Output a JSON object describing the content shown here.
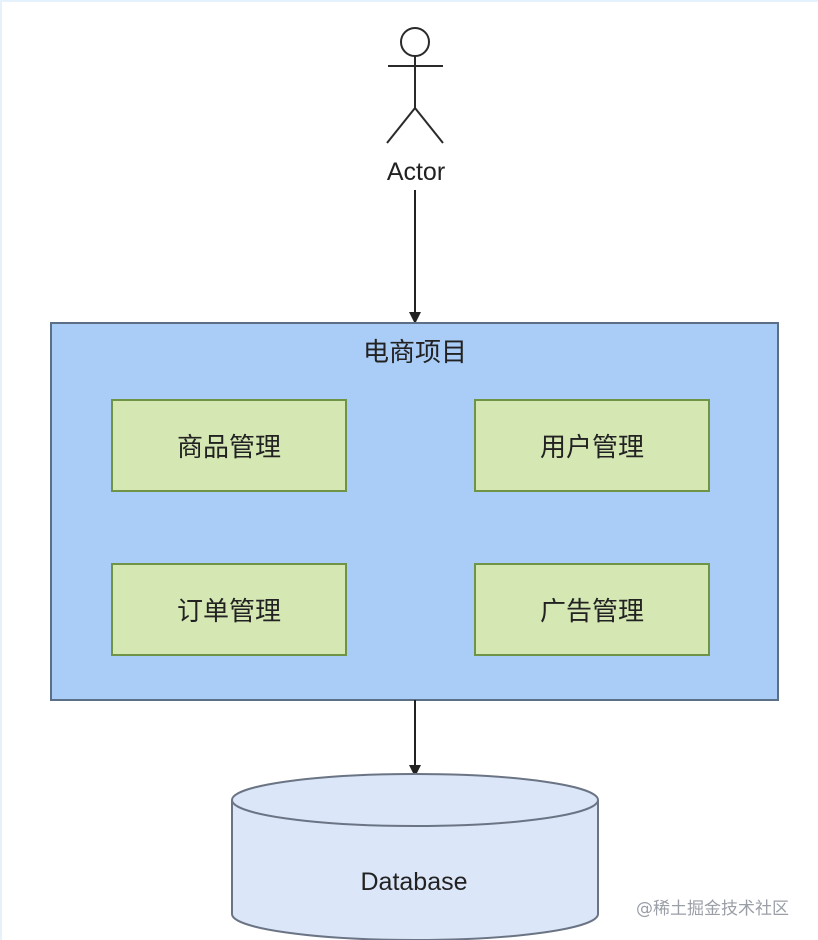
{
  "actor": {
    "label": "Actor"
  },
  "container": {
    "title": "电商项目"
  },
  "modules": [
    {
      "label": "商品管理"
    },
    {
      "label": "用户管理"
    },
    {
      "label": "订单管理"
    },
    {
      "label": "广告管理"
    }
  ],
  "database": {
    "label": "Database"
  },
  "watermark": {
    "text": "@稀土掘金技术社区"
  },
  "colors": {
    "container_fill": "#a9cdf7",
    "container_border": "#5b6f86",
    "module_fill": "#d5e8b4",
    "module_border": "#6f9446",
    "database_fill": "#dbe6f8",
    "database_border": "#6a7484"
  }
}
